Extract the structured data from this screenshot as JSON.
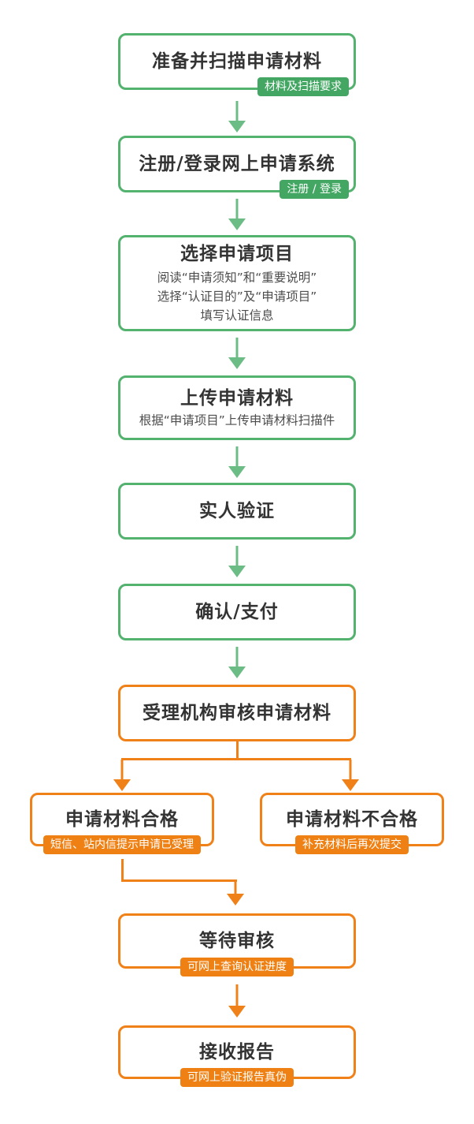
{
  "colors": {
    "background": "#ffffff",
    "green_border": "#52b26e",
    "green_tag": "#43a763",
    "green_arrow": "#6cbd85",
    "orange": "#f08119",
    "orange_tag": "#ef8013",
    "title_text": "#333333",
    "subtext_color": "#4d4d4d",
    "tag_text": "#ffffff"
  },
  "flow": {
    "nodes": {
      "prepare": {
        "title": "准备并扫描申请材料",
        "tag": "材料及扫描要求"
      },
      "register": {
        "title": "注册/登录网上申请系统",
        "tag": "注册 / 登录"
      },
      "select": {
        "title": "选择申请项目",
        "line1": "阅读“申请须知”和“重要说明”",
        "line2": "选择“认证目的”及“申请项目”",
        "line3": "填写认证信息"
      },
      "upload": {
        "title": "上传申请材料",
        "line1": "根据“申请项目”上传申请材料扫描件"
      },
      "verify": {
        "title": "实人验证"
      },
      "confirm": {
        "title": "确认/支付"
      },
      "review": {
        "title": "受理机构审核申请材料"
      },
      "qualified": {
        "title": "申请材料合格",
        "tag": "短信、站内信提示申请已受理"
      },
      "unqualified": {
        "title": "申请材料不合格",
        "tag": "补充材料后再次提交"
      },
      "wait": {
        "title": "等待审核",
        "tag": "可网上查询认证进度"
      },
      "receive": {
        "title": "接收报告",
        "tag": "可网上验证报告真伪"
      }
    }
  }
}
